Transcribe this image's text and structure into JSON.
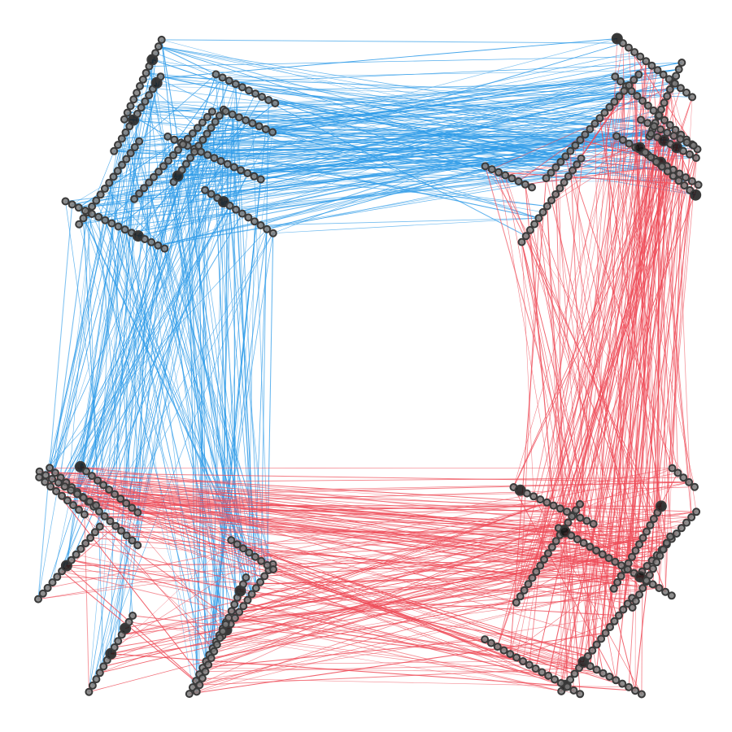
{
  "graph": {
    "colors": {
      "blue": "#2e9be8",
      "red": "#ee4c58",
      "node_fill": "#7a7a7a",
      "node_stroke": "#3a3a3a",
      "hub_fill": "#141414"
    },
    "regions": [
      {
        "id": "TL",
        "x": [
          45,
          340
        ],
        "y": [
          45,
          320
        ],
        "bars": 10
      },
      {
        "id": "TR",
        "x": [
          590,
          860
        ],
        "y": [
          45,
          320
        ],
        "bars": 10
      },
      {
        "id": "BL",
        "x": [
          45,
          340
        ],
        "y": [
          570,
          855
        ],
        "bars": 10
      },
      {
        "id": "BR",
        "x": [
          590,
          860
        ],
        "y": [
          570,
          855
        ],
        "bars": 10
      }
    ],
    "links": [
      {
        "from": "TL",
        "to": "TR",
        "count": 190,
        "color": "blue"
      },
      {
        "from": "TL",
        "to": "BL",
        "count": 170,
        "color": "blue"
      },
      {
        "from": "TR",
        "to": "BR",
        "count": 160,
        "color": "red"
      },
      {
        "from": "BL",
        "to": "BR",
        "count": 180,
        "color": "red"
      },
      {
        "from": "TL",
        "to": "TL",
        "count": 40,
        "color": "blue"
      },
      {
        "from": "TR",
        "to": "TR",
        "count": 30,
        "color": "red"
      },
      {
        "from": "BL",
        "to": "BL",
        "count": 25,
        "color": "red"
      },
      {
        "from": "BR",
        "to": "BR",
        "count": 25,
        "color": "red"
      }
    ]
  }
}
